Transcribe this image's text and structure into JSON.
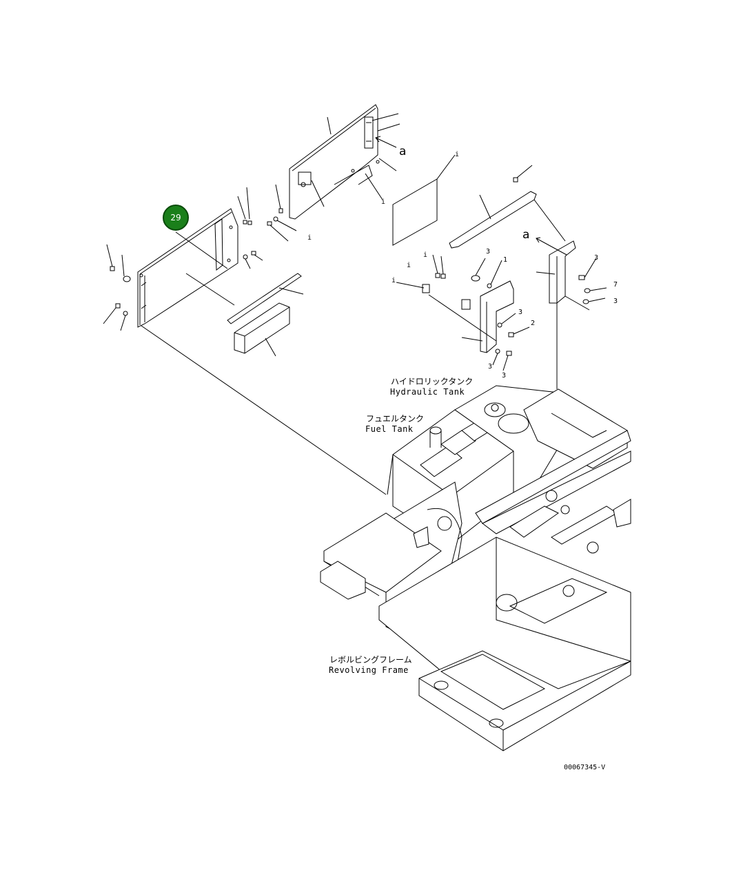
{
  "callout": {
    "number": "29"
  },
  "labels": {
    "hydraulic_tank_jp": "ハイドロリックタンク",
    "hydraulic_tank_en": "Hydraulic Tank",
    "fuel_tank_jp": "フュエルタンク",
    "fuel_tank_en": "Fuel Tank",
    "revolving_frame_jp": "レボルビングフレーム",
    "revolving_frame_en": "Revolving Frame"
  },
  "markers": {
    "a_top": "a",
    "a_right": "a"
  },
  "ticks": [
    "i",
    "i",
    "i",
    "i",
    "i",
    "i",
    "3",
    "1",
    "3",
    "3",
    "2",
    "3",
    "7",
    "3",
    "3"
  ],
  "drawing_id": "00067345-V"
}
